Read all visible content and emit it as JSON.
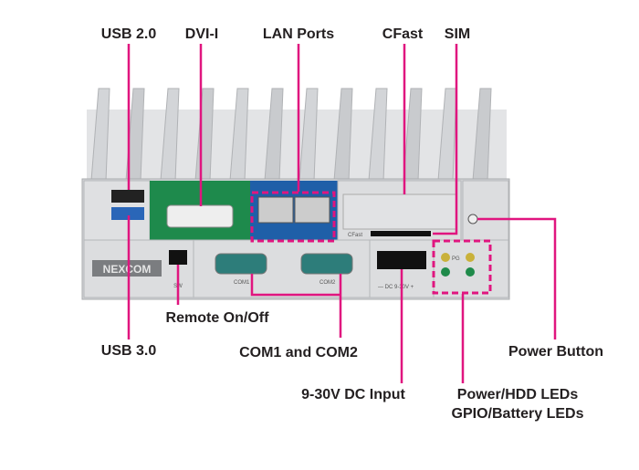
{
  "labels": {
    "usb2": "USB 2.0",
    "dvi": "DVI-I",
    "lan": "LAN Ports",
    "cfast": "CFast",
    "sim": "SIM",
    "remote": "Remote On/Off",
    "usb3": "USB 3.0",
    "com": "COM1 and COM2",
    "power_button": "Power Button",
    "dc_input": "9-30V DC Input",
    "leds_line1": "Power/HDD LEDs",
    "leds_line2": "GPIO/Battery LEDs"
  },
  "device": {
    "logo": "NEXCOM",
    "sw": "SW",
    "com1": "COM1",
    "com2": "COM2",
    "cfast_slot": "CFast",
    "dc": "— DC 9-30V +",
    "pg": "PG"
  },
  "colors": {
    "callout": "#e0157f",
    "dvi_panel": "#1e8a4c",
    "lan_panel": "#1f5fa8",
    "chassis": "#d8dadc"
  }
}
